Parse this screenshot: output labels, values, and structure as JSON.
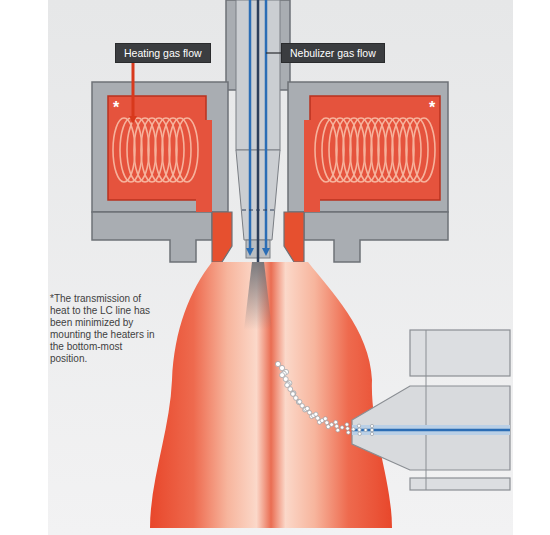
{
  "diagram": {
    "nodes": [
      {
        "text": [
          "Heating gas flow"
        ]
      },
      {
        "text": [
          "Nebulizer gas flow"
        ]
      }
    ],
    "labels": [
      "*",
      "*",
      "*The transmission of heat to the LC line has been minimized by mounting the heaters in the bottom-most position."
    ]
  }
}
